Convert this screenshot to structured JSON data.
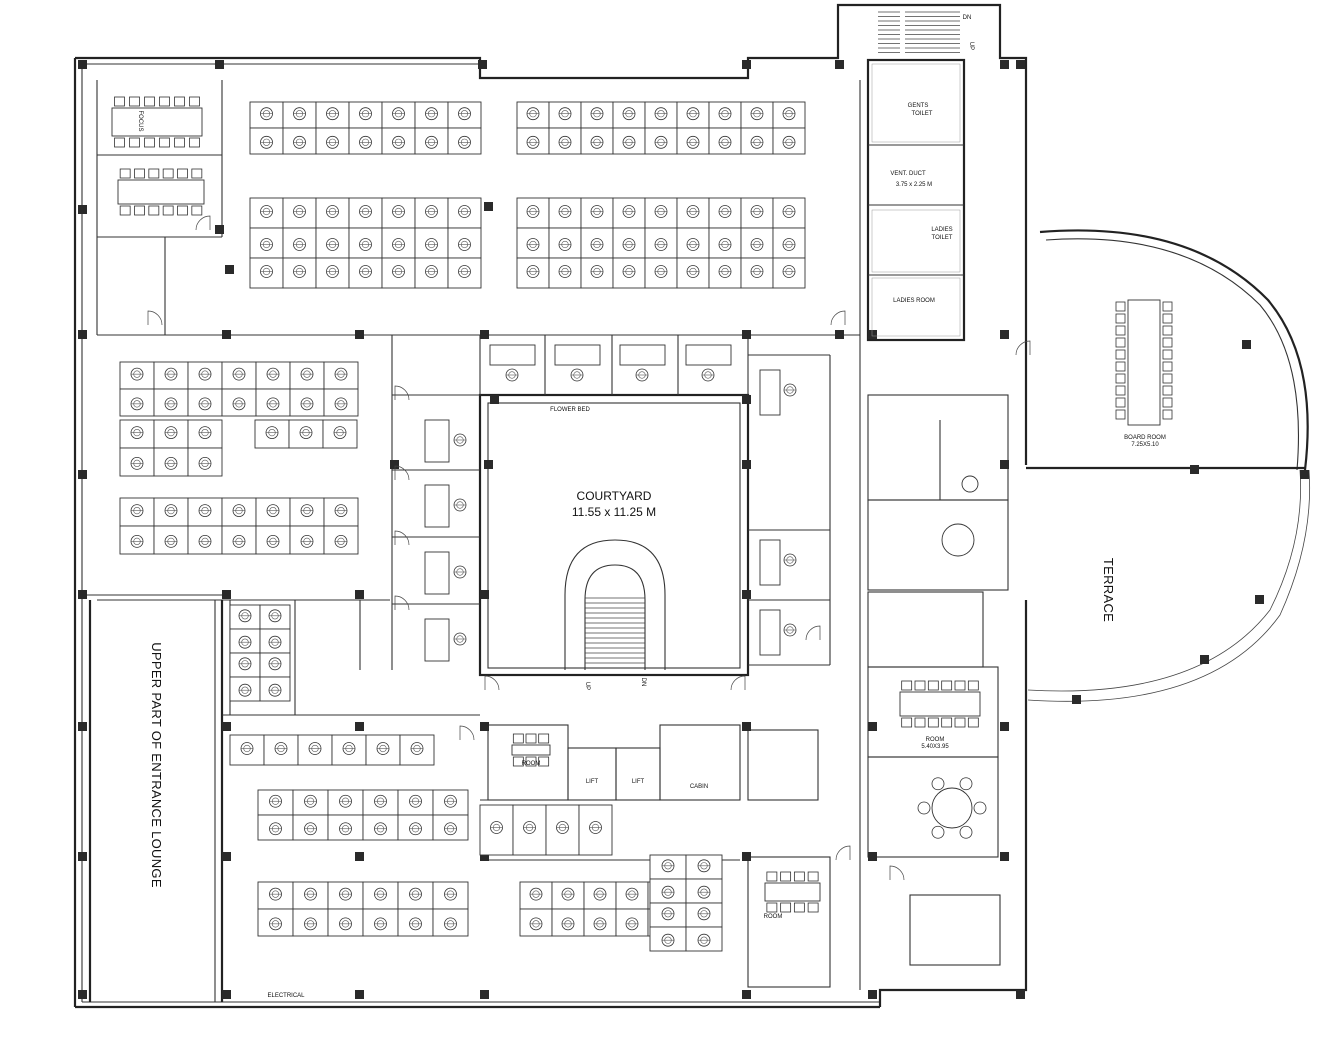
{
  "rooms": {
    "courtyard_name": "COURTYARD",
    "courtyard_size": "11.55 x 11.25 M",
    "flower_bed": "FLOWER BED",
    "terrace": "TERRACE",
    "entrance_lounge": "UPPER PART OF ENTRANCE LOUNGE",
    "board_room": "BOARD ROOM",
    "board_room_size": "7.25X5.10",
    "gents_toilet_1": "GENTS",
    "gents_toilet_2": "TOILET",
    "vent_duct": "VENT. DUCT",
    "vent_duct_size": "3.75 x 2.25 M",
    "ladies_toilet_1": "LADIES",
    "ladies_toilet_2": "TOILET",
    "ladies_room": "LADIES ROOM",
    "focus": "FOCUS",
    "room_east": "ROOM",
    "room_east_size": "5.40X3.95",
    "room_center": "ROOM",
    "lift_1": "LIFT",
    "lift_2": "LIFT",
    "cabin": "CABIN",
    "room_south": "ROOM",
    "electrical": "ELECTRICAL",
    "stair_up": "UP",
    "stair_dn": "DN",
    "top_stair_dn": "DN",
    "top_stair_up": "UP"
  },
  "colors": {
    "wall": "#222222",
    "column": "#2a2a2a",
    "background": "#ffffff",
    "tile_grid": "#9a9a9a"
  }
}
